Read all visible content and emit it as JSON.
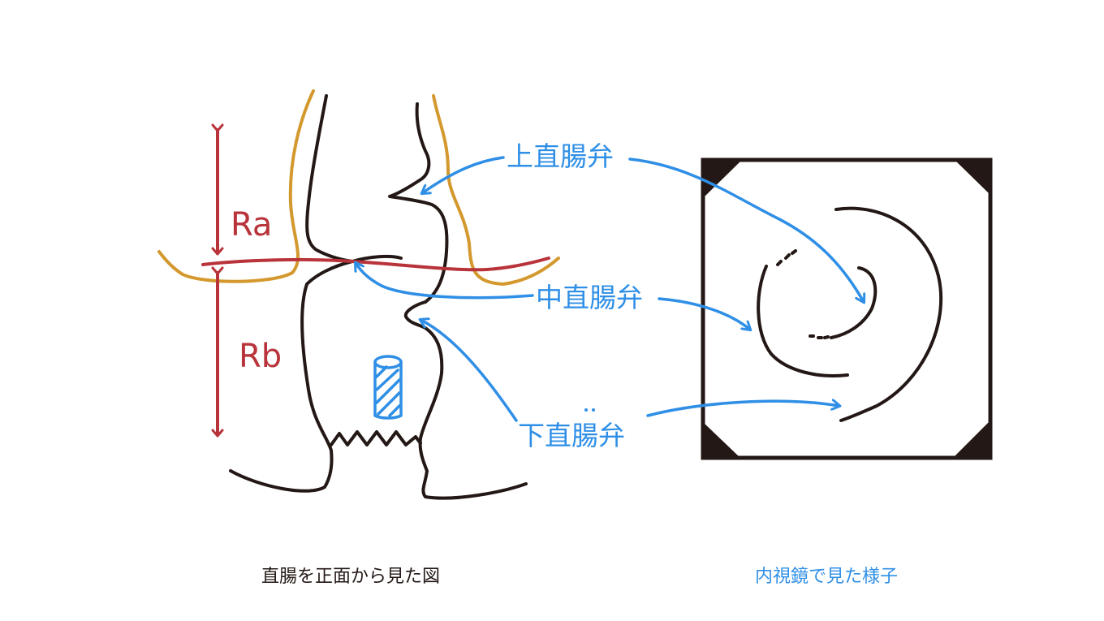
{
  "labels": {
    "upper_valve": "上直腸弁",
    "middle_valve": "中直腸弁",
    "lower_valve": "下直腸弁",
    "ra": "Ra",
    "rb": "Rb"
  },
  "captions": {
    "front_view": "直腸を正面から見た図",
    "endoscope_view": "内視鏡で見た様子"
  },
  "colors": {
    "outline": "#231815",
    "peritoneum": "#d4992e",
    "measure": "#b8333a",
    "annotation": "#2f8fe6"
  }
}
